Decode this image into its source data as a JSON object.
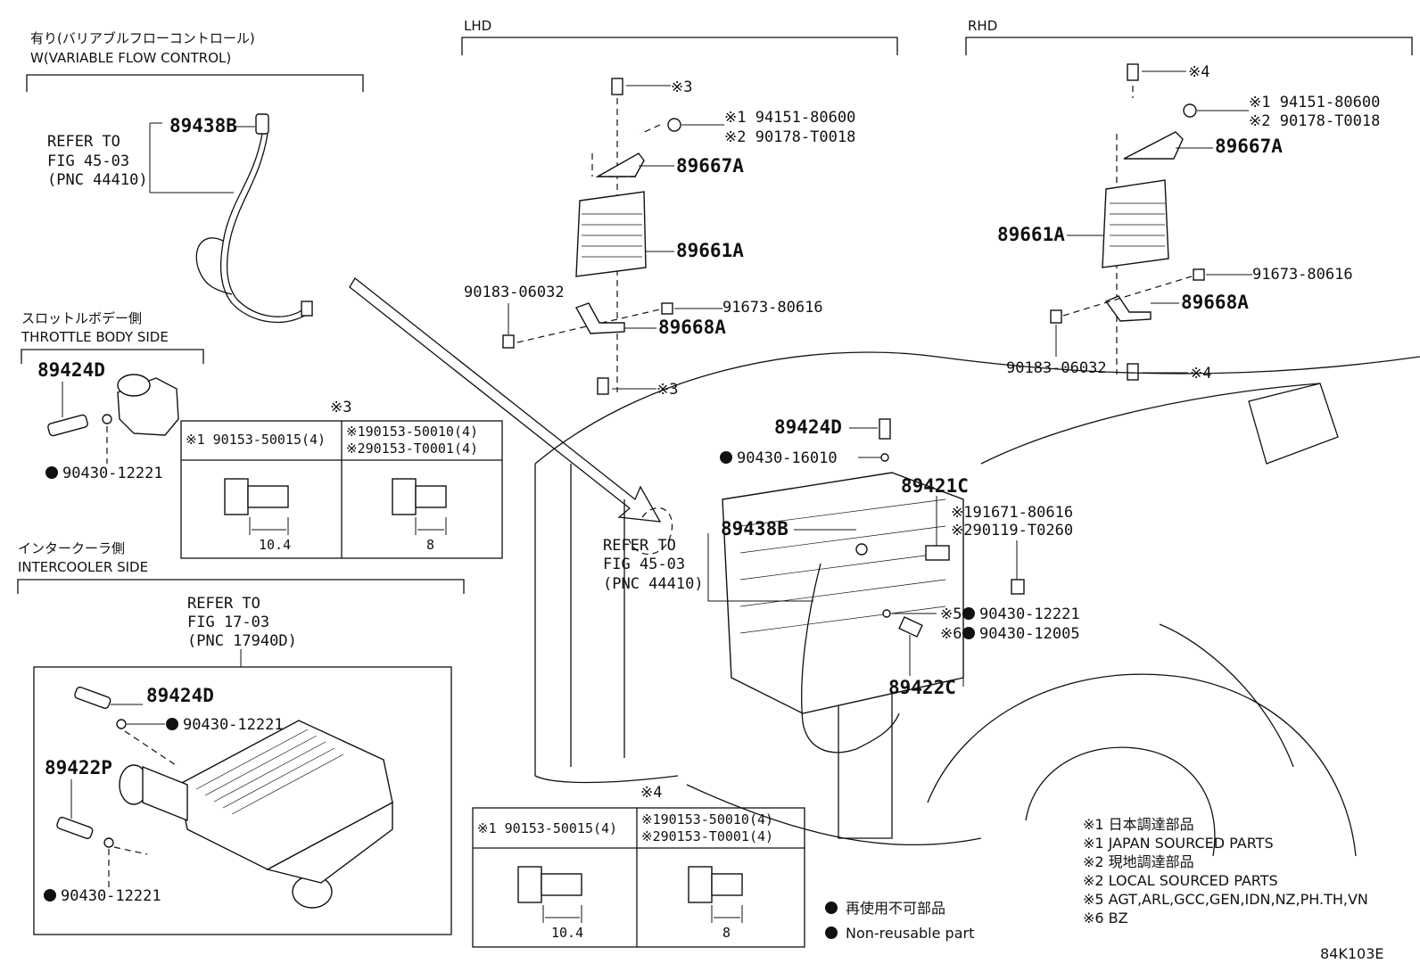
{
  "header_vfc": {
    "jp": "有り(バリアブルフローコントロール)",
    "en": "W(VARIABLE FLOW CONTROL)"
  },
  "header_lhd": "LHD",
  "header_rhd": "RHD",
  "refer_4503_top": {
    "l1": "REFER TO",
    "l2": "FIG 45-03",
    "l3": "(PNC 44410)"
  },
  "refer_4503_mid": {
    "l1": "REFER TO",
    "l2": "FIG 45-03",
    "l3": "(PNC 44410)"
  },
  "refer_1703": {
    "l1": "REFER TO",
    "l2": "FIG 17-03",
    "l3": "(PNC 17940D)"
  },
  "throttle": {
    "jp": "スロットルボデー側",
    "en": "THROTTLE BODY SIDE"
  },
  "intercooler": {
    "jp": "インタークーラ側",
    "en": "INTERCOOLER SIDE"
  },
  "parts": {
    "p89438B_top": "89438B",
    "p89424D_tb": "89424D",
    "p90430_12221_tb": "90430-12221",
    "p89424D_ic": "89424D",
    "p90430_12221_ic1": "90430-12221",
    "p89422P": "89422P",
    "p90430_12221_ic2": "90430-12221",
    "lhd_ref3_top": "※3",
    "lhd_94151": "※1 94151-80600",
    "lhd_90178": "※2 90178-T0018",
    "lhd_89667A": "89667A",
    "lhd_89661A": "89661A",
    "lhd_90183": "90183-06032",
    "lhd_91673": "91673-80616",
    "lhd_89668A": "89668A",
    "lhd_ref3_bot": "※3",
    "rhd_ref4_top": "※4",
    "rhd_94151": "※1 94151-80600",
    "rhd_90178": "※2 90178-T0018",
    "rhd_89667A": "89667A",
    "rhd_89661A": "89661A",
    "rhd_91673": "91673-80616",
    "rhd_89668A": "89668A",
    "rhd_90183": "90183-06032",
    "rhd_ref4_bot": "※4",
    "eng_89424D": "89424D",
    "eng_90430_16010": "90430-16010",
    "eng_89421C": "89421C",
    "eng_91671": "※191671-80616",
    "eng_90119": "※290119-T0260",
    "eng_89438B": "89438B",
    "eng_ref5": "※5",
    "eng_90430_12221": "90430-12221",
    "eng_ref6": "※6",
    "eng_90430_12005": "90430-12005",
    "eng_89422C": "89422C"
  },
  "table3": {
    "title": "※3",
    "left": "※1 90153-50015(4)",
    "right1": "※190153-50010(4)",
    "right2": "※290153-T0001(4)",
    "dim_left": "10.4",
    "dim_right": "8"
  },
  "table4": {
    "title": "※4",
    "left": "※1 90153-50015(4)",
    "right1": "※190153-50010(4)",
    "right2": "※290153-T0001(4)",
    "dim_left": "10.4",
    "dim_right": "8"
  },
  "notes": {
    "n1": "※1 日本調達部品",
    "n2": "※1 JAPAN SOURCED PARTS",
    "n3": "※2 現地調達部品",
    "n4": "※2 LOCAL SOURCED PARTS",
    "n5": "※5 AGT,ARL,GCC,GEN,IDN,NZ,PH.TH,VN",
    "n6": "※6 BZ"
  },
  "legend": {
    "jp": "再使用不可部品",
    "en": "Non-reusable part"
  },
  "figure_code": "84K103E"
}
